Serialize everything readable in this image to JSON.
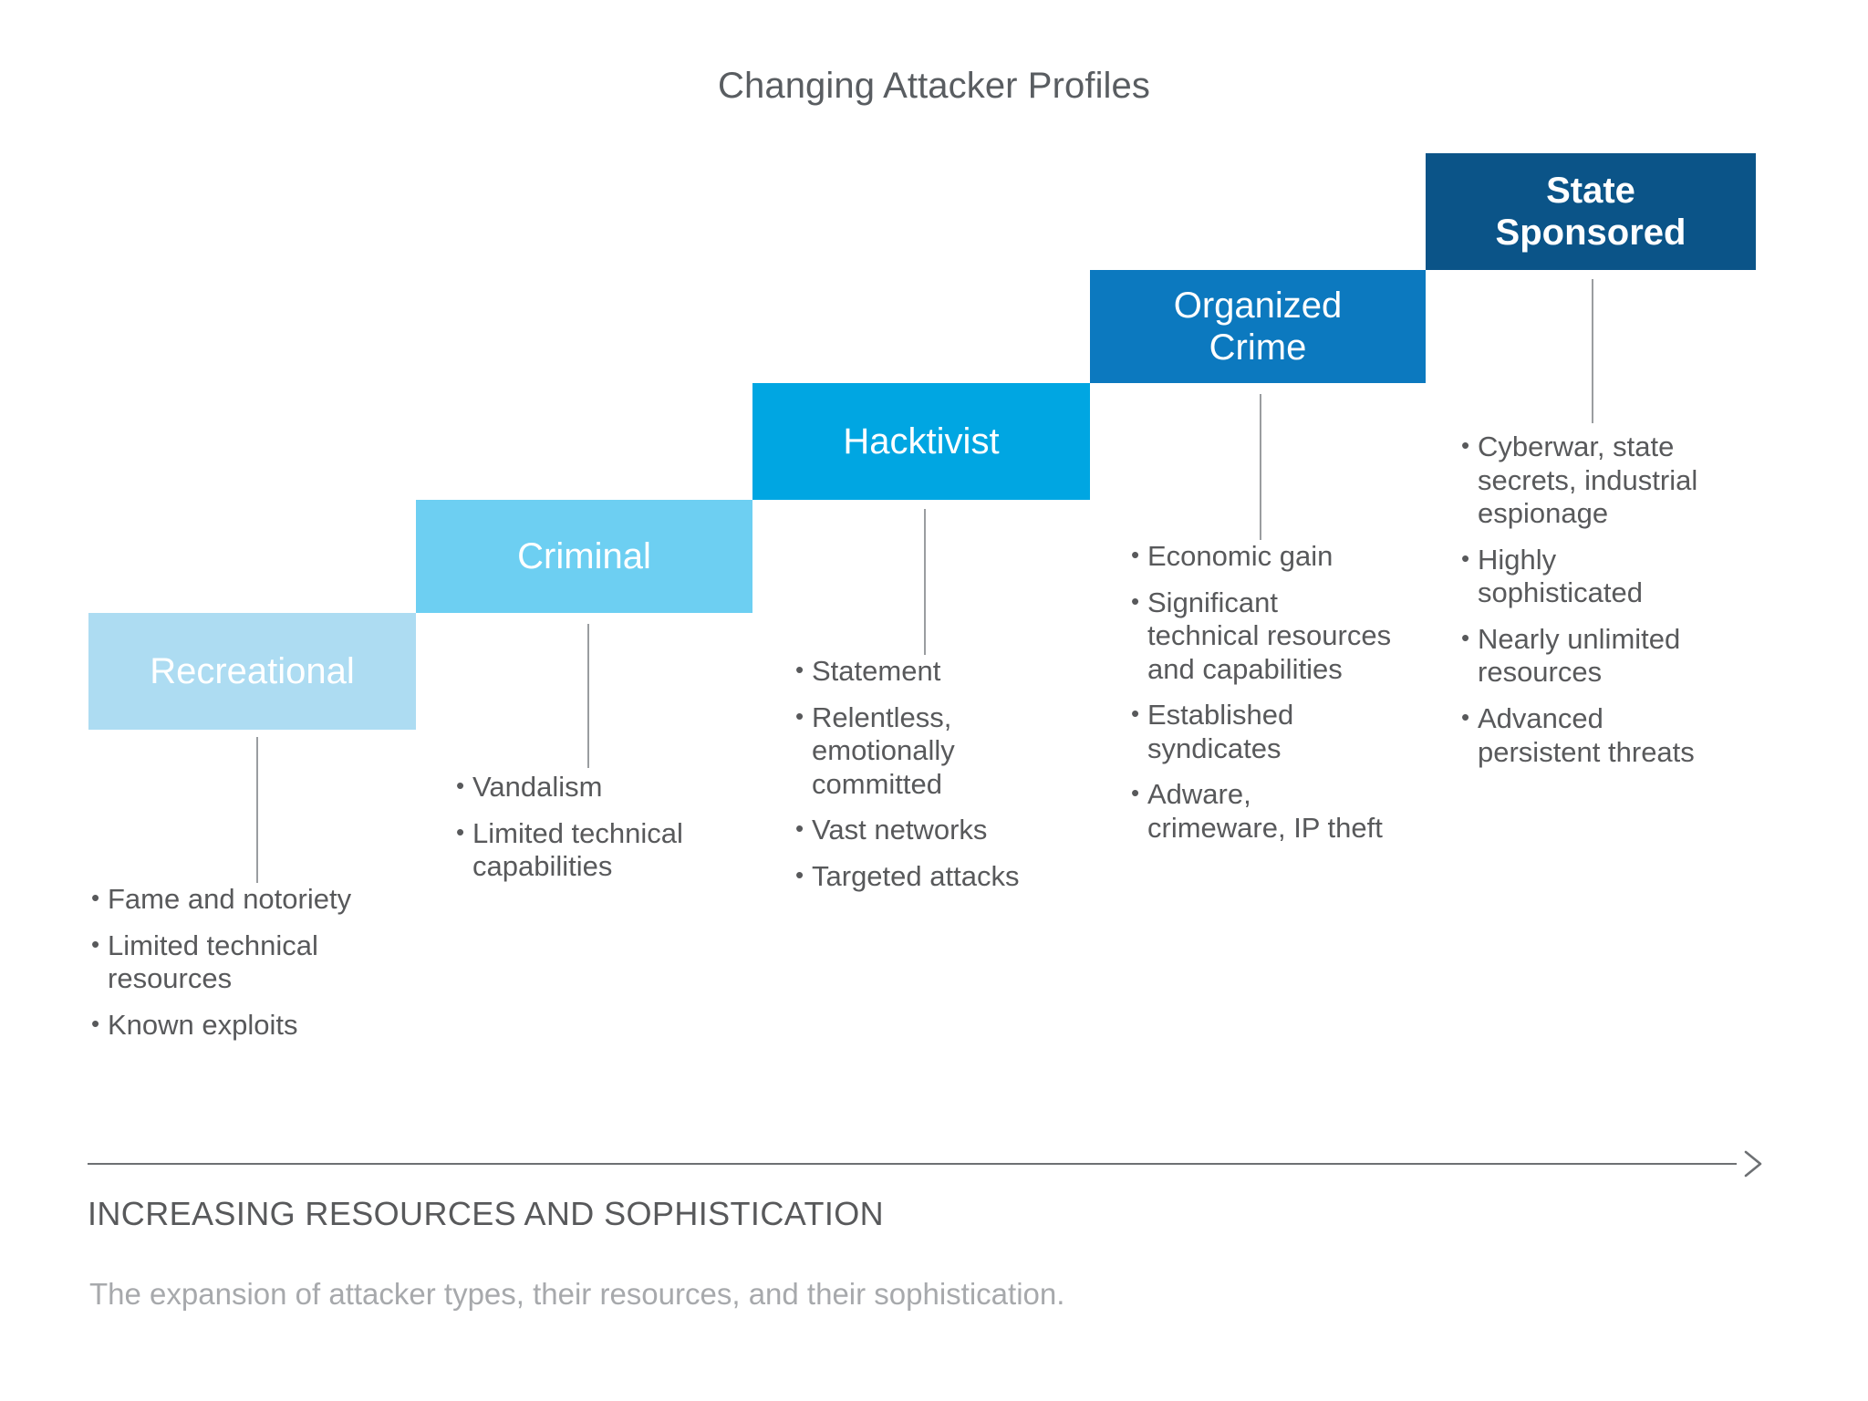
{
  "title": "Changing Attacker Profiles",
  "axis": {
    "label": "INCREASING RESOURCES AND SOPHISTICATION",
    "arrow_icon": "arrow-right-icon"
  },
  "caption": "The expansion of attacker types, their resources, and their sophistication.",
  "colors": {
    "recreational": "#ADDCF2",
    "criminal": "#6DCFF2",
    "hacktivist": "#00A6E2",
    "organized_crime": "#0C79BF",
    "state_sponsored": "#0B5488",
    "text_body": "#58595b",
    "text_title": "#595d61",
    "caption": "#a7a9ac",
    "connector": "#9a9da0"
  },
  "steps": [
    {
      "id": "recreational",
      "label": "Recreational",
      "color": "#ADDCF2",
      "bullets": [
        "Fame and notoriety",
        "Limited technical resources",
        "Known exploits"
      ]
    },
    {
      "id": "criminal",
      "label": "Criminal",
      "color": "#6DCFF2",
      "bullets": [
        "Vandalism",
        "Limited technical capabilities"
      ]
    },
    {
      "id": "hacktivist",
      "label": "Hacktivist",
      "color": "#00A6E2",
      "bullets": [
        "Statement",
        "Relentless, emotionally committed",
        "Vast networks",
        "Targeted attacks"
      ]
    },
    {
      "id": "organized-crime",
      "label": "Organized\nCrime",
      "color": "#0C79BF",
      "bullets": [
        "Economic gain",
        "Significant technical resources and capabilities",
        "Established syndicates",
        "Adware, crimeware, IP theft"
      ]
    },
    {
      "id": "state-sponsored",
      "label": "State\nSponsored",
      "color": "#0B5488",
      "bullets": [
        "Cyberwar, state secrets, industrial espionage",
        "Highly sophisticated",
        "Nearly unlimited resources",
        "Advanced persistent threats"
      ]
    }
  ],
  "chart_data": {
    "type": "diagram",
    "subtype": "staircase-progression",
    "title": "Changing Attacker Profiles",
    "xlabel": "INCREASING RESOURCES AND SOPHISTICATION",
    "ylabel": "",
    "categories": [
      "Recreational",
      "Criminal",
      "Hacktivist",
      "Organized Crime",
      "State Sponsored"
    ],
    "values": [
      1,
      2,
      3,
      4,
      5
    ],
    "legend": "none",
    "grid": false
  }
}
